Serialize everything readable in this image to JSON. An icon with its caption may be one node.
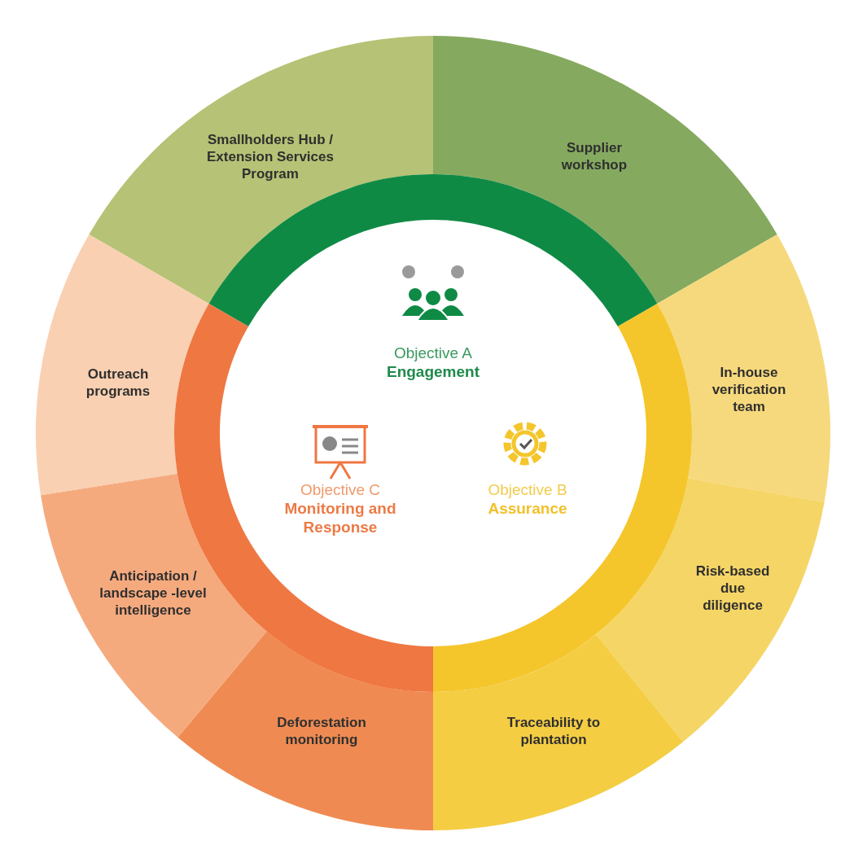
{
  "diagram": {
    "nodes": [
      {
        "text": [
          "Smallholders Hub / Extension Services Program"
        ]
      },
      {
        "text": [
          "Supplier workshop"
        ]
      },
      {
        "text": [
          "In-house verification team"
        ]
      },
      {
        "text": [
          "Risk-based due diligence"
        ]
      },
      {
        "text": [
          "Traceability to plantation"
        ]
      },
      {
        "text": [
          "Deforestation monitoring"
        ]
      },
      {
        "text": [
          "Anticipation / landscape -level intelligence"
        ]
      },
      {
        "text": [
          "Outreach programs"
        ]
      },
      {
        "text": [
          "Objective A",
          "Engagement"
        ]
      },
      {
        "text": [
          "Objective B",
          "Assurance"
        ]
      },
      {
        "text": [
          "Objective C",
          "Monitoring and Response"
        ]
      }
    ]
  }
}
